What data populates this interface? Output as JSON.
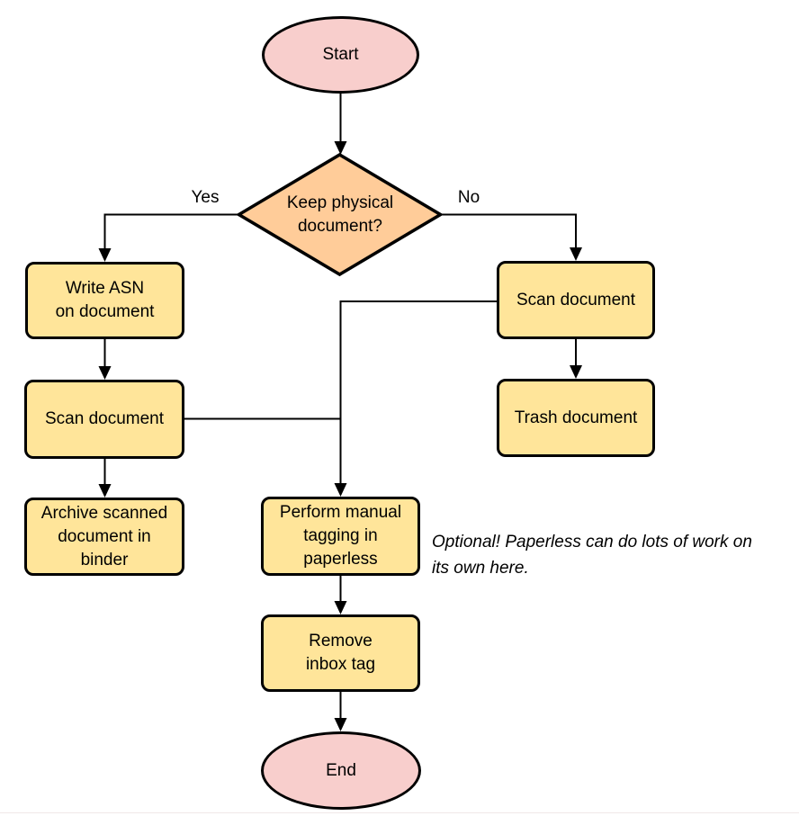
{
  "colors": {
    "canvas-bg": "#ffffff",
    "terminator-fill": "#f8cecc",
    "decision-fill": "#ffcc99",
    "process-fill": "#ffe59a",
    "stroke": "#000000",
    "text": "#000000",
    "footer-line": "#f0e8e8"
  },
  "nodes": {
    "start": {
      "label": "Start",
      "type": "terminator"
    },
    "decision": {
      "label": "Keep physical\ndocument?",
      "type": "decision"
    },
    "write_asn": {
      "label": "Write ASN\non document",
      "type": "process"
    },
    "scan_left": {
      "label": "Scan document",
      "type": "process"
    },
    "archive": {
      "label": "Archive scanned\ndocument in\nbinder",
      "type": "process"
    },
    "scan_right": {
      "label": "Scan document",
      "type": "process"
    },
    "trash": {
      "label": "Trash document",
      "type": "process"
    },
    "perform_tagging": {
      "label": "Perform manual\ntagging in\npaperless",
      "type": "process"
    },
    "remove_inbox": {
      "label": "Remove\ninbox tag",
      "type": "process"
    },
    "end": {
      "label": "End",
      "type": "terminator"
    }
  },
  "edge_labels": {
    "yes": "Yes",
    "no": "No"
  },
  "annotation": {
    "text": "Optional! Paperless can do lots of work on\nits own here."
  }
}
